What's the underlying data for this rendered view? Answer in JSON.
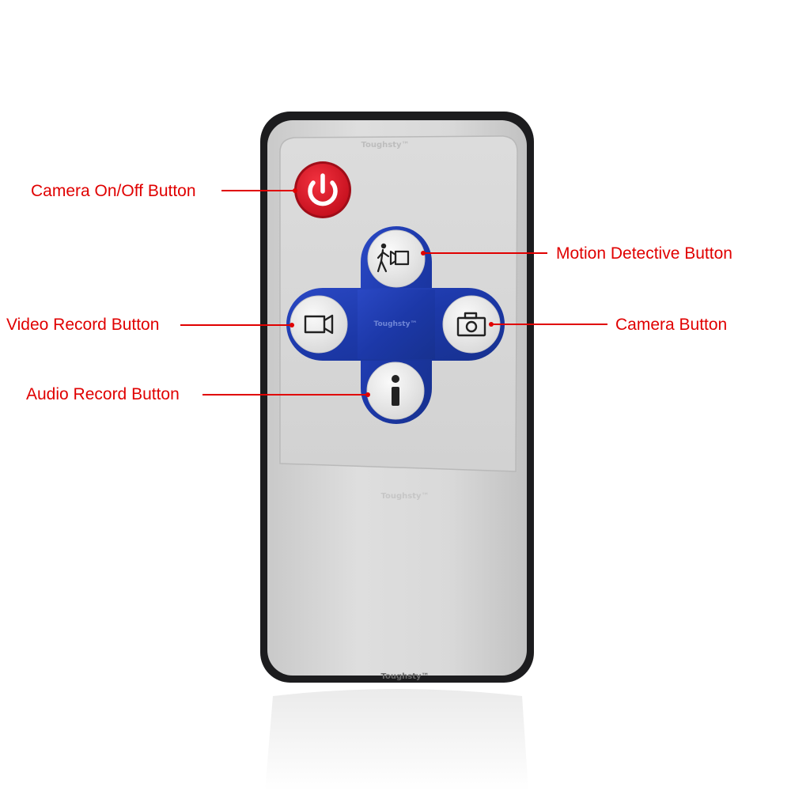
{
  "colors": {
    "label_text": "#e00000",
    "leader_line": "#e00000",
    "remote_body": "#d6d6d6",
    "remote_bezel": "#1c1c1e",
    "power_button": "#e11b2b",
    "dpad": "#1f3bb0",
    "key_face": "#f2f2f2"
  },
  "watermark": "Toughsty™",
  "icons": {
    "power": "power-icon",
    "motion": "walking-person-camera-icon",
    "video": "video-camera-icon",
    "camera": "photo-camera-icon",
    "audio": "info-i-icon"
  },
  "annotations": {
    "power": "Camera On/Off Button",
    "motion": "Motion Detective Button",
    "video": "Video Record Button",
    "camera": "Camera Button",
    "audio": "Audio Record Button"
  }
}
